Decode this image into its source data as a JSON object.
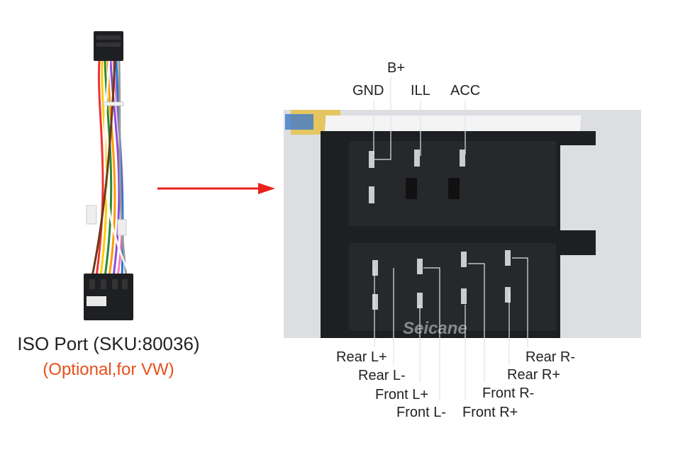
{
  "left_panel": {
    "title": "ISO Port (SKU:80036)",
    "subtitle": "(Optional,for VW)"
  },
  "colors": {
    "arrow": "#e8221a",
    "subtitle": "#e8501a",
    "connector_body": "#1d1f22"
  },
  "watermark": "Seicane",
  "labels": {
    "top": {
      "b_plus": "B+",
      "gnd": "GND",
      "ill": "ILL",
      "acc": "ACC"
    },
    "bottom": {
      "rear_l_plus": "Rear L+",
      "rear_l_minus": "Rear L-",
      "front_l_plus": "Front L+",
      "front_l_minus": "Front L-",
      "front_r_plus": "Front R+",
      "front_r_minus": "Front R-",
      "rear_r_plus": "Rear R+",
      "rear_r_minus": "Rear R-"
    }
  }
}
